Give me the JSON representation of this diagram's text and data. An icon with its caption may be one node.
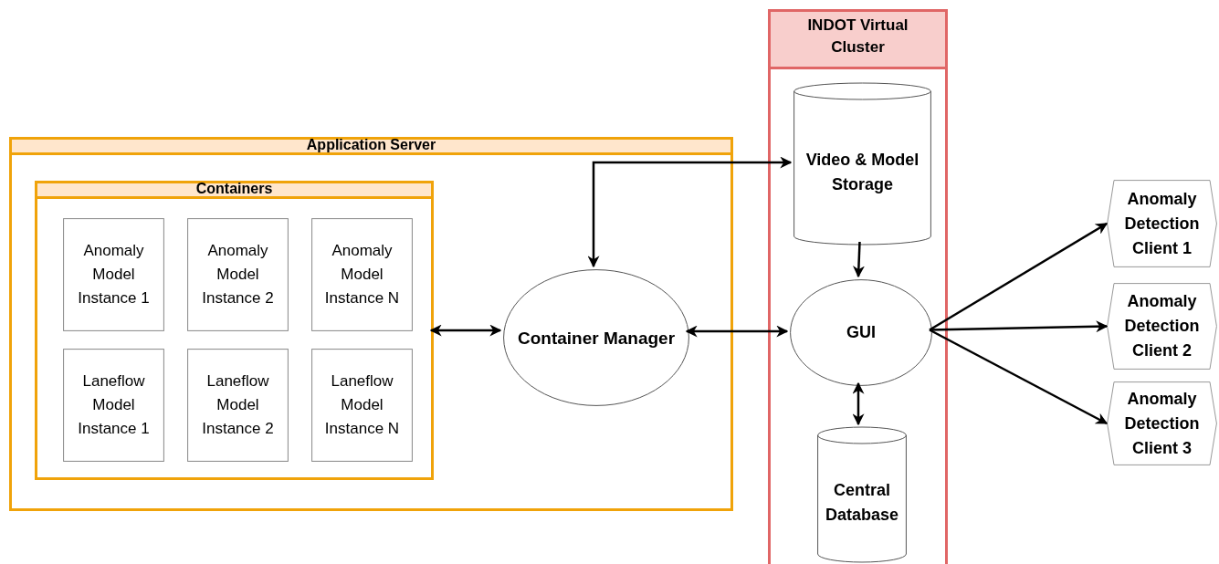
{
  "diagram": {
    "nodes": [
      {
        "text": [
          "Application Server"
        ]
      },
      {
        "text": [
          "Containers"
        ],
        "in": 0
      },
      {
        "text": [
          "Anomaly Model Instance 1"
        ],
        "in": 1
      },
      {
        "text": [
          "Anomaly Model Instance 2"
        ],
        "in": 1
      },
      {
        "text": [
          "Anomaly Model Instance N"
        ],
        "in": 1
      },
      {
        "text": [
          "Laneflow Model Instance 1"
        ],
        "in": 1
      },
      {
        "text": [
          "Laneflow Model Instance 2"
        ],
        "in": 1
      },
      {
        "text": [
          "Laneflow Model Instance N"
        ],
        "in": 1
      },
      {
        "text": [
          "Container Manager"
        ],
        "in": 0
      },
      {
        "text": [
          "INDOT Virtual Cluster"
        ]
      },
      {
        "text": [
          "Video & Model Storage"
        ],
        "in": 9
      },
      {
        "text": [
          "GUI"
        ],
        "in": 9
      },
      {
        "text": [
          "Central Database"
        ],
        "in": 9
      },
      {
        "text": [
          "Anomaly Detection Client 1"
        ]
      },
      {
        "text": [
          "Anomaly Detection Client 2"
        ]
      },
      {
        "text": [
          "Anomaly Detection Client 3"
        ]
      }
    ],
    "edges": [
      {
        "from": 1,
        "to": 8,
        "arrow": "both"
      },
      {
        "from": 8,
        "to": 10,
        "arrow": "both"
      },
      {
        "from": 8,
        "to": 11,
        "arrow": "both"
      },
      {
        "from": 10,
        "to": 11,
        "arrow": "to"
      },
      {
        "from": 11,
        "to": 12,
        "arrow": "both"
      },
      {
        "from": 11,
        "to": 13,
        "arrow": "to"
      },
      {
        "from": 11,
        "to": 14,
        "arrow": "to"
      },
      {
        "from": 11,
        "to": 15,
        "arrow": "to"
      }
    ]
  }
}
